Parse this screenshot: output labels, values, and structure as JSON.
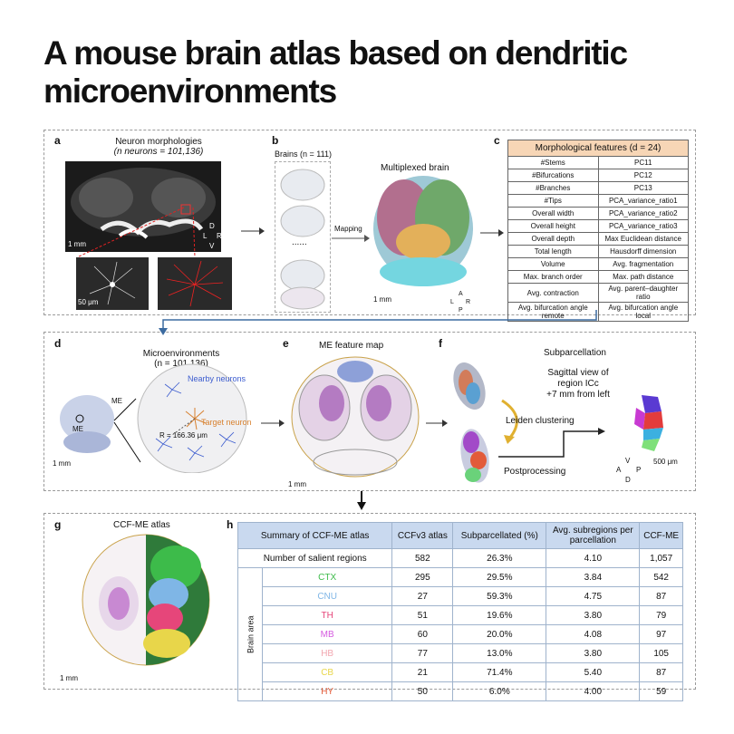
{
  "title": "A mouse brain atlas based on dendritic microenvironments",
  "panels": {
    "a": {
      "letter": "a",
      "heading1": "Neuron morphologies",
      "heading2": "(n neurons = 101,136)",
      "scale1": "1 mm",
      "scale2": "50 μm",
      "axis_d": "D",
      "axis_l": "L",
      "axis_r": "R",
      "axis_v": "V"
    },
    "b": {
      "letter": "b",
      "heading": "Brains (n = 111)",
      "dots": "......",
      "mapping": "Mapping",
      "multiplexed": "Multiplexed brain",
      "scale": "1 mm",
      "axis_a": "A",
      "axis_l": "L",
      "axis_r": "R",
      "axis_p": "P"
    },
    "c": {
      "letter": "c",
      "header": "Morphological features (d = 24)",
      "rows": [
        [
          "#Stems",
          "PC11"
        ],
        [
          "#Bifurcations",
          "PC12"
        ],
        [
          "#Branches",
          "PC13"
        ],
        [
          "#Tips",
          "PCA_variance_ratio1"
        ],
        [
          "Overall width",
          "PCA_variance_ratio2"
        ],
        [
          "Overall height",
          "PCA_variance_ratio3"
        ],
        [
          "Overall depth",
          "Max Euclidean distance"
        ],
        [
          "Total length",
          "Hausdorff dimension"
        ],
        [
          "Volume",
          "Avg. fragmentation"
        ],
        [
          "Max. branch order",
          "Max. path distance"
        ],
        [
          "Avg. contraction",
          "Avg. parent–daughter ratio"
        ],
        [
          "Avg. bifurcation angle remote",
          "Avg. bifurcation angle local"
        ]
      ]
    },
    "d": {
      "letter": "d",
      "heading1": "Microenvironments",
      "heading2": "(n = 101,136)",
      "nearby": "Nearby neurons",
      "target": "Target neuron",
      "radius": "R = 166.36 μm",
      "me": "ME",
      "scale": "1 mm"
    },
    "e": {
      "letter": "e",
      "heading": "ME feature map",
      "scale": "1 mm"
    },
    "f": {
      "letter": "f",
      "subparcellation": "Subparcellation",
      "sagittal1": "Sagittal view of",
      "sagittal2": "region ICc",
      "sagittal3": "+7 mm from left",
      "leiden": "Leiden clustering",
      "post": "Postprocessing",
      "scale": "500 μm",
      "axis_v": "V",
      "axis_a": "A",
      "axis_p": "P",
      "axis_d": "D"
    },
    "g": {
      "letter": "g",
      "heading": "CCF-ME atlas",
      "scale": "1 mm"
    },
    "h": {
      "letter": "h",
      "headers": [
        "Summary of CCF-ME atlas",
        "CCFv3 atlas",
        "Subparcellated (%)",
        "Avg. subregions per parcellation",
        "CCF-ME"
      ],
      "salient": [
        "Number of salient regions",
        "582",
        "26.3%",
        "4.10",
        "1,057"
      ],
      "group_label": "Brain area",
      "rows": [
        {
          "area": "CTX",
          "color": "#3dbb4a",
          "v": [
            "295",
            "29.5%",
            "3.84",
            "542"
          ]
        },
        {
          "area": "CNU",
          "color": "#7fb6e6",
          "v": [
            "27",
            "59.3%",
            "4.75",
            "87"
          ]
        },
        {
          "area": "TH",
          "color": "#e6467a",
          "v": [
            "51",
            "19.6%",
            "3.80",
            "79"
          ]
        },
        {
          "area": "MB",
          "color": "#d55be0",
          "v": [
            "60",
            "20.0%",
            "4.08",
            "97"
          ]
        },
        {
          "area": "HB",
          "color": "#f2a7b0",
          "v": [
            "77",
            "13.0%",
            "3.80",
            "105"
          ]
        },
        {
          "area": "CB",
          "color": "#e8d64a",
          "v": [
            "21",
            "71.4%",
            "5.40",
            "87"
          ]
        },
        {
          "area": "HY",
          "color": "#e25b3a",
          "v": [
            "50",
            "6.0%",
            "4.00",
            "59"
          ]
        }
      ]
    }
  },
  "colors": {
    "accent_header": "#f7d6b6",
    "table_header": "#c9d9ef",
    "arrow_blue": "#3c6ba0"
  }
}
